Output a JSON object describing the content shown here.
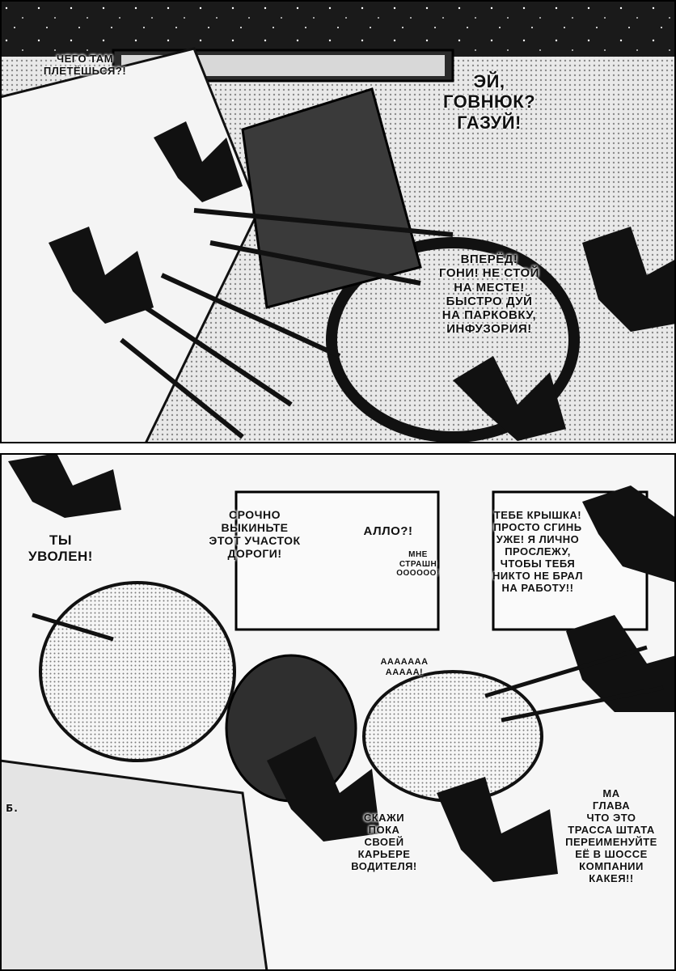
{
  "colors": {
    "ink": "#111111",
    "paper": "#ffffff",
    "screentone": "#bdbdbd"
  },
  "bubbles": {
    "top_left": "ЧЕГО ТАМ\nПЛЕТЁШЬСЯ?!",
    "top_right": "ЭЙ,\nГОВНЮК?\nГАЗУЙ!",
    "middle_right": "ВПЕРЁД!\nГОНИ! НЕ СТОЙ\nНА МЕСТЕ!\nБЫСТРО ДУЙ\nНА ПАРКОВКУ,\nИНФУЗОРИЯ!",
    "fired": "ТЫ\nУВОЛЕН!",
    "remove_road": "СРОЧНО\nВЫКИНЬТЕ\nЭТОТ УЧАСТОК\nДОРОГИ!",
    "hello": "АЛЛО?!",
    "scary": "МНЕ\nСТРАШН\nОООООО!",
    "lid": "ТЕБЕ КРЫШКА!\nПРОСТО СГИНЬ\nУЖЕ! Я ЛИЧНО\nПРОСЛЕЖУ,\nЧТОБЫ ТЕБЯ\nНИКТО НЕ БРАЛ\nНА РАБОТУ!!",
    "scream": "ААААААА\nААААА!",
    "career": "СКАЖИ\nПОКА\nСВОЕЙ\nКАРЬЕРЕ\nВОДИТЕЛЯ!",
    "rename": "МА\nГЛАВА\nЧТО ЭТО\nТРАССА ШТАТА\nПЕРЕИМЕНУЙТЕ\nЕЁ В ШОССЕ\nКОМПАНИИ\nКАКЕЯ!!"
  },
  "sfx": {
    "left_edge": "Б."
  }
}
